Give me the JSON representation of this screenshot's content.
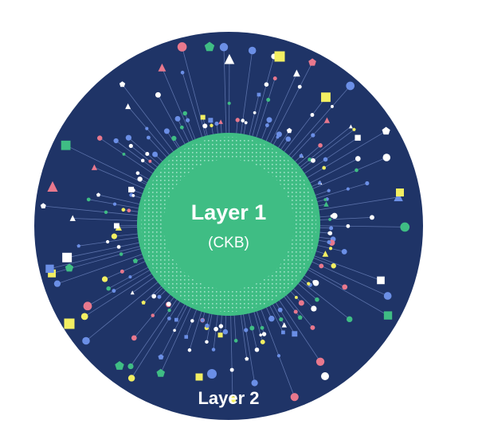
{
  "diagram": {
    "inner_title": "Layer 1",
    "inner_subtitle": "(CKB)",
    "outer_label": "Layer 2"
  },
  "colors": {
    "outer_disc": "#1f3467",
    "inner_disc": "#3fbd84",
    "inner_texture": "#bfeedd",
    "spoke": "#6f86c0",
    "node_green": "#3fbd84",
    "node_yellow": "#f3ef62",
    "node_pink": "#e8788d",
    "node_blue": "#6b8fe6",
    "node_white": "#ffffff"
  },
  "icons": [
    "pentagon-node-icon",
    "square-node-icon",
    "triangle-node-icon",
    "circle-node-icon"
  ]
}
